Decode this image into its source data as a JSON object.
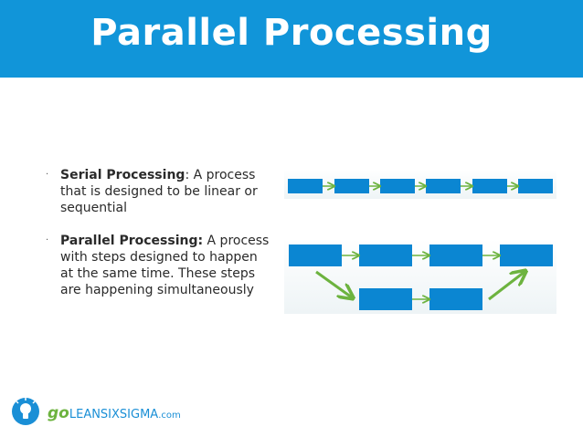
{
  "header": {
    "title": "Parallel Processing",
    "bg_color": "#1195d9"
  },
  "bullets": [
    {
      "term": "Serial Processing",
      "text": ": A process that is designed to be linear or sequential"
    },
    {
      "term": "Parallel Processing:",
      "text": " A process with steps designed to happen at the same time. These steps are happening simultaneously"
    }
  ],
  "diagram": {
    "box_color": "#0b86d2",
    "arrow_color": "#6db33f",
    "serial_step_count": 6,
    "parallel_main_step_count": 4,
    "parallel_branch_step_count": 2
  },
  "logo": {
    "icon": "lightbulb-icon",
    "wordmark_go": "go",
    "wordmark_main": "LEANSIXSIGMA",
    "wordmark_suffix": ".com"
  }
}
